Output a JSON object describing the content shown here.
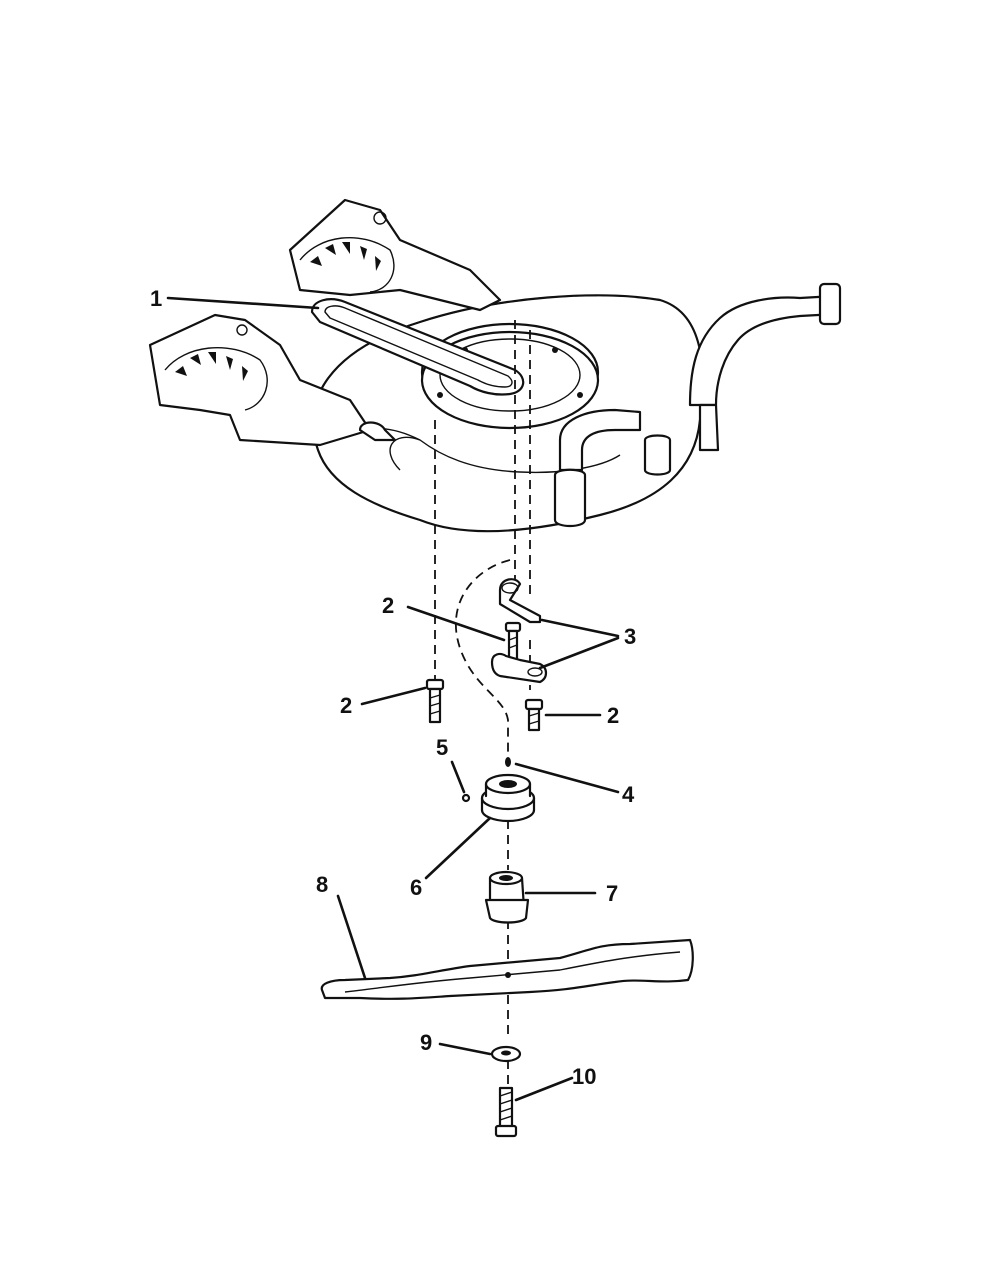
{
  "callouts": {
    "c1": "1",
    "c2a": "2",
    "c2b": "2",
    "c2c": "2",
    "c3": "3",
    "c4": "4",
    "c5": "5",
    "c6": "6",
    "c7": "7",
    "c8": "8",
    "c9": "9",
    "c10": "10"
  }
}
